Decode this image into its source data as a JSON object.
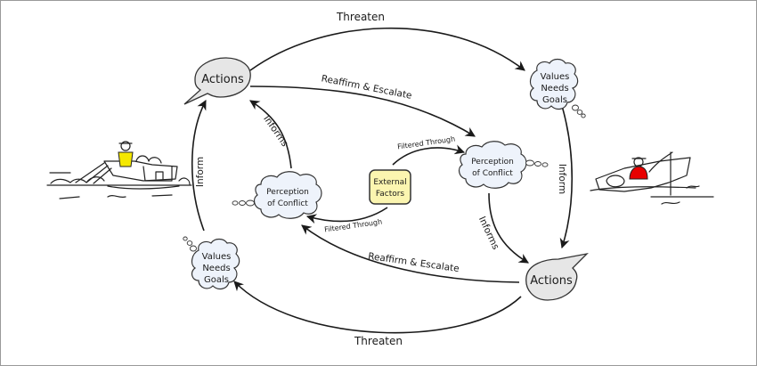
{
  "diagram": {
    "nodes": {
      "actions_top": {
        "label": "Actions"
      },
      "actions_bottom": {
        "label": "Actions"
      },
      "values_top": {
        "lines": [
          "Values",
          "Needs",
          "Goals"
        ]
      },
      "values_bottom": {
        "lines": [
          "Values",
          "Needs",
          "Goals"
        ]
      },
      "perception_left": {
        "lines": [
          "Perception",
          "of Conflict"
        ]
      },
      "perception_right": {
        "lines": [
          "Perception",
          "of Conflict"
        ]
      },
      "external": {
        "lines": [
          "External",
          "Factors"
        ]
      }
    },
    "edges": {
      "threaten_top": "Threaten",
      "threaten_bottom": "Threaten",
      "reaffirm_top": "Reaffirm & Escalate",
      "reaffirm_bottom": "Reaffirm & Escalate",
      "inform_left": "Inform",
      "inform_right": "Inform",
      "informs_left": "Informs",
      "informs_right": "Informs",
      "filtered_top": "Filtered Through",
      "filtered_bottom": "Filtered Through"
    },
    "colors": {
      "external_fill": "#fbf5b0",
      "cloud_fill": "#eef3fb",
      "bubble_fill": "#e6e6e6",
      "left_fisher_shirt": "#f5e800",
      "right_fisher_shirt": "#e80000"
    },
    "illustrations": {
      "left": "fisher-in-boat-yellow",
      "right": "fisher-in-boat-red"
    }
  }
}
